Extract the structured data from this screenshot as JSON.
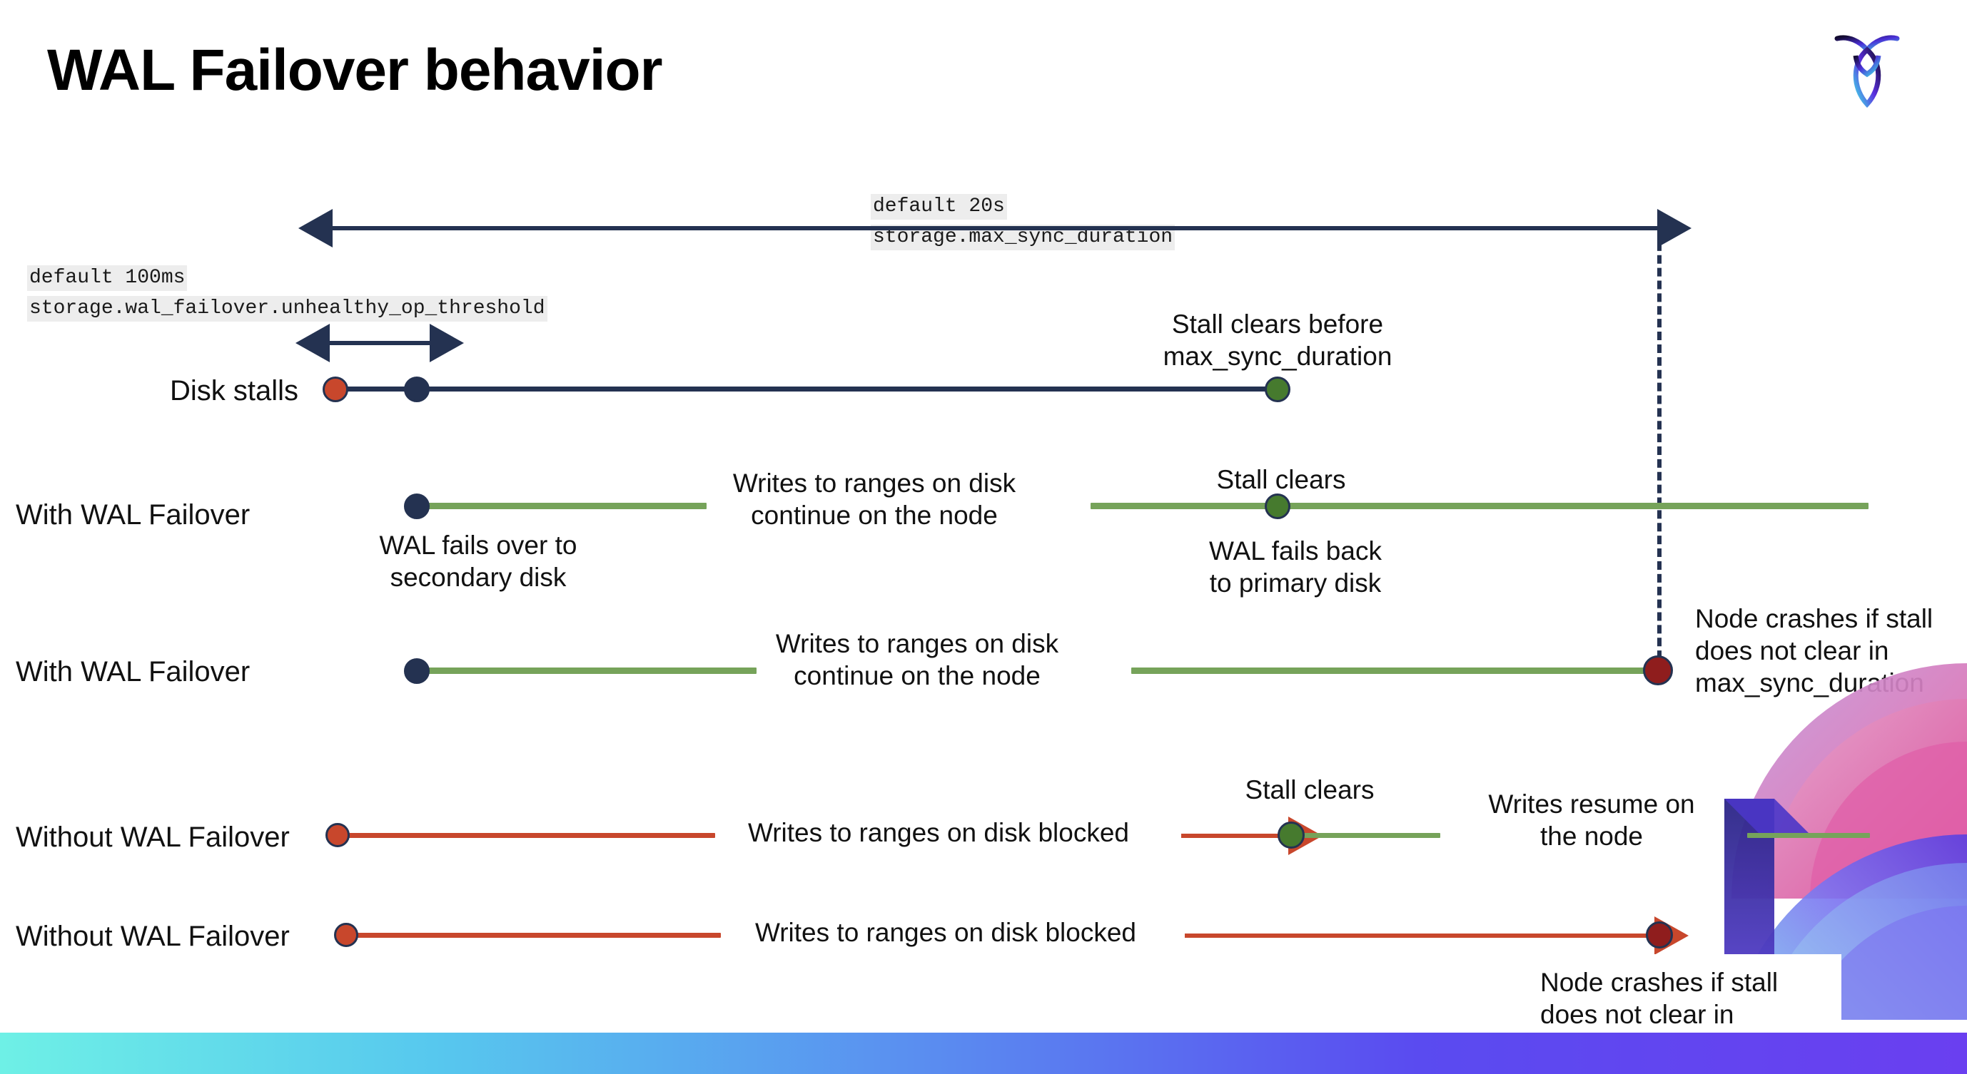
{
  "slide": {
    "title": "WAL Failover behavior",
    "logo_name": "cockroachdb-logo"
  },
  "settings": {
    "max_sync": {
      "default_label": "default 20s",
      "setting_label": "storage.max_sync_duration"
    },
    "unhealthy_op": {
      "default_label": "default 100ms",
      "setting_label": "storage.wal_failover.unhealthy_op_threshold"
    }
  },
  "rows": [
    {
      "id": "disk-stalls",
      "label": "Disk stalls",
      "annotations": [
        {
          "id": "stall-clears-before",
          "text": "Stall clears before\nmax_sync_duration"
        }
      ]
    },
    {
      "id": "with-wal-failover-1",
      "label": "With WAL Failover",
      "annotations": [
        {
          "id": "wal-fails-over",
          "text": "WAL fails over to\nsecondary disk"
        },
        {
          "id": "writes-continue-1",
          "text": "Writes to ranges on disk\ncontinue on the node"
        },
        {
          "id": "stall-clears-1",
          "text": "Stall clears"
        },
        {
          "id": "wal-fails-back",
          "text": "WAL fails  back\nto primary disk"
        }
      ]
    },
    {
      "id": "with-wal-failover-2",
      "label": "With WAL Failover",
      "annotations": [
        {
          "id": "writes-continue-2",
          "text": "Writes to ranges on disk\ncontinue on the node"
        },
        {
          "id": "node-crashes-1",
          "text": "Node crashes if stall\ndoes not clear in\nmax_sync_duration"
        }
      ]
    },
    {
      "id": "without-wal-failover-1",
      "label": "Without WAL Failover",
      "annotations": [
        {
          "id": "writes-blocked-1",
          "text": "Writes to ranges on disk  blocked"
        },
        {
          "id": "stall-clears-2",
          "text": "Stall clears"
        },
        {
          "id": "writes-resume",
          "text": "Writes resume on\nthe node"
        }
      ]
    },
    {
      "id": "without-wal-failover-2",
      "label": "Without WAL Failover",
      "annotations": [
        {
          "id": "writes-blocked-2",
          "text": "Writes to ranges on disk  blocked"
        },
        {
          "id": "node-crashes-2",
          "text": "Node crashes if stall\ndoes not clear in\nmax_sync_duration"
        }
      ]
    }
  ],
  "colors": {
    "navy": "#243251",
    "green_line": "#76a35a",
    "green_dot": "#467a2e",
    "red_line": "#c8472c",
    "orange_dot": "#c8472c",
    "dark_red_dot": "#8f1d1d",
    "code_bg": "#ededed"
  }
}
